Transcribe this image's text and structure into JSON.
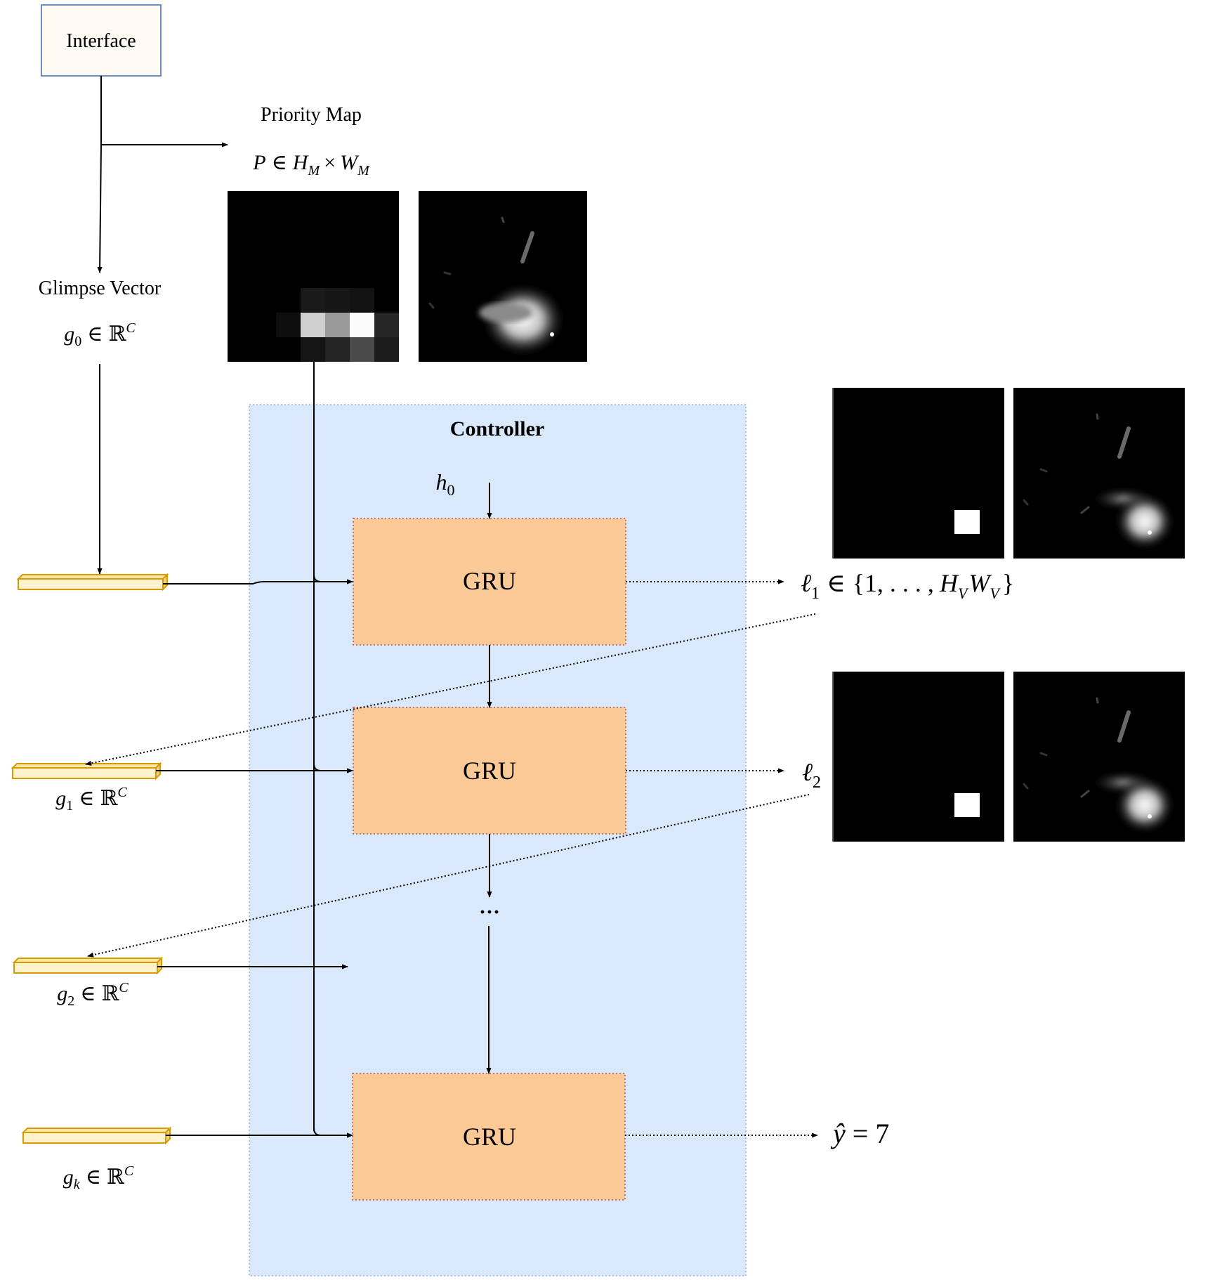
{
  "nodes": {
    "interface": "Interface",
    "priority_map": "Priority Map",
    "glimpse_vector": "Glimpse Vector",
    "controller": "Controller",
    "gru_1": "GRU",
    "gru_2": "GRU",
    "gru_k": "GRU",
    "ellipsis": "···"
  },
  "math": {
    "P_sym": "P",
    "elem": "∈",
    "H": "H",
    "M": "M",
    "times": "×",
    "W": "W",
    "g": "g",
    "sub0": "0",
    "sub1": "1",
    "sub2": "2",
    "subk": "k",
    "R": "ℝ",
    "C": "C",
    "h": "h",
    "ell": "ℓ",
    "set_open": "{1, . . . ,",
    "set_close": "}",
    "V": "V",
    "yhat": "ŷ",
    "eq7": "= 7"
  },
  "colors": {
    "controller_fill": "#dae8fc",
    "controller_border": "#6c8ebf",
    "gru_fill": "#fac996",
    "gru_border": "#b85450",
    "interface_border": "#6c8ebf",
    "glimpse_fill": "#fff2cc",
    "glimpse_border": "#d79b00"
  }
}
